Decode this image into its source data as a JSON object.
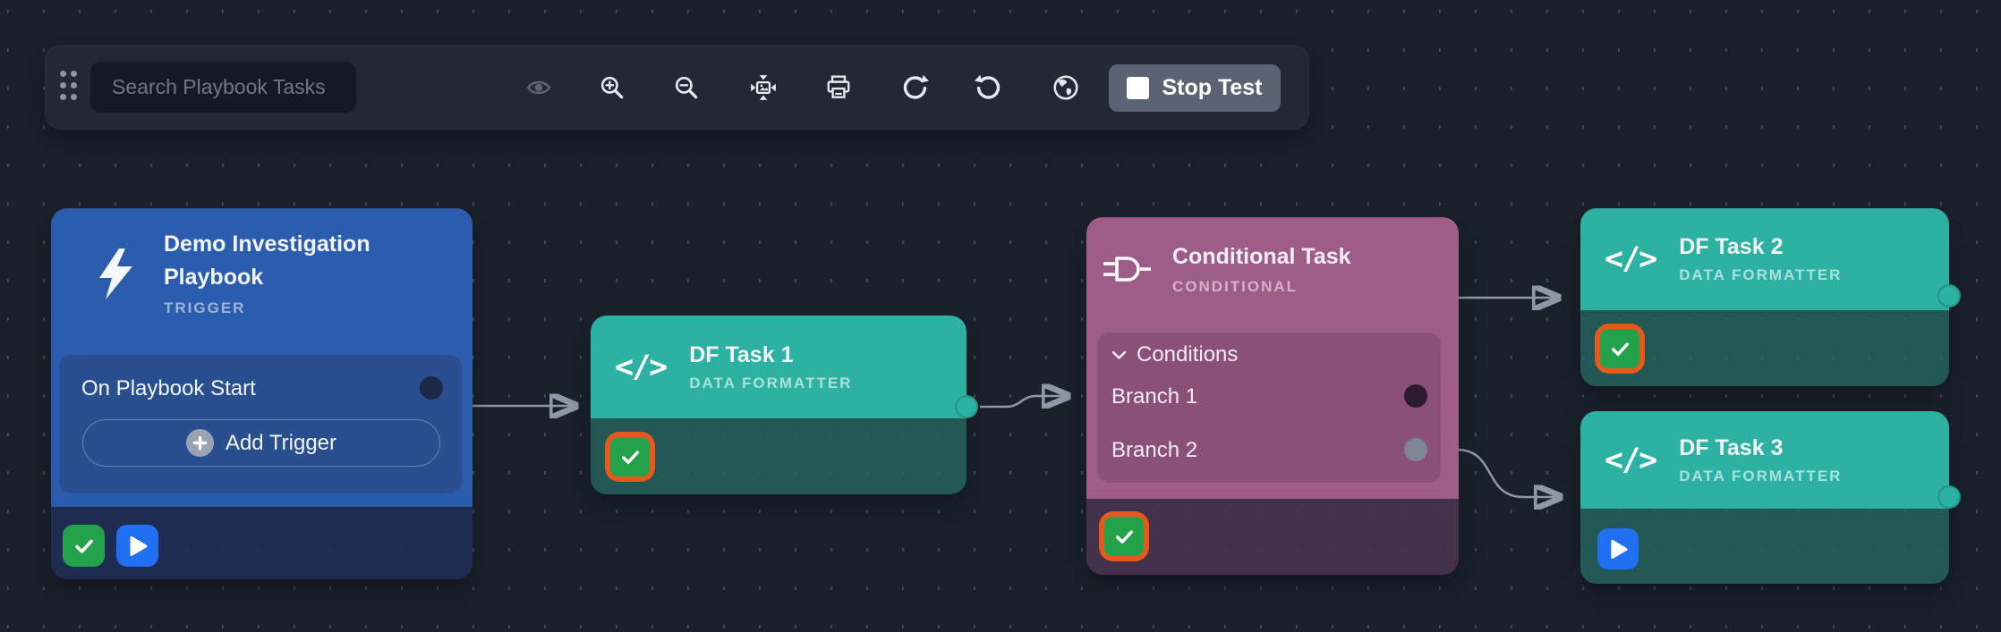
{
  "toolbar": {
    "search_placeholder": "Search Playbook Tasks",
    "stop_button_label": "Stop Test",
    "icon_names": [
      "visibility",
      "zoom-in",
      "zoom-out",
      "fit-to-view",
      "print",
      "redo",
      "undo",
      "world"
    ]
  },
  "glyphs": {
    "code": "</>"
  },
  "nodes": {
    "trigger": {
      "title": "Demo Investigation Playbook",
      "type_label": "TRIGGER",
      "row_label": "On Playbook Start",
      "add_button_label": "Add Trigger",
      "status_icons": [
        "check",
        "play"
      ]
    },
    "df1": {
      "title": "DF Task 1",
      "type_label": "DATA FORMATTER",
      "status_icons": [
        "check-selected"
      ]
    },
    "conditional": {
      "title": "Conditional Task",
      "type_label": "CONDITIONAL",
      "conditions_label": "Conditions",
      "branches": [
        "Branch 1",
        "Branch 2"
      ],
      "status_icons": [
        "check-selected"
      ]
    },
    "df2": {
      "title": "DF Task 2",
      "type_label": "DATA FORMATTER",
      "status_icons": [
        "check-selected"
      ]
    },
    "df3": {
      "title": "DF Task 3",
      "type_label": "DATA FORMATTER",
      "status_icons": [
        "play"
      ]
    }
  },
  "colors": {
    "canvas_bg": "#1b212b",
    "trigger_blue": "#2b5cad",
    "formatter_teal": "#2cb1a2",
    "conditional_mauve": "#9d5d86",
    "success_green": "#23a24b",
    "run_blue": "#2170f4",
    "selection_ring_orange": "#e5591c",
    "edge_gray": "#8f98a7"
  }
}
